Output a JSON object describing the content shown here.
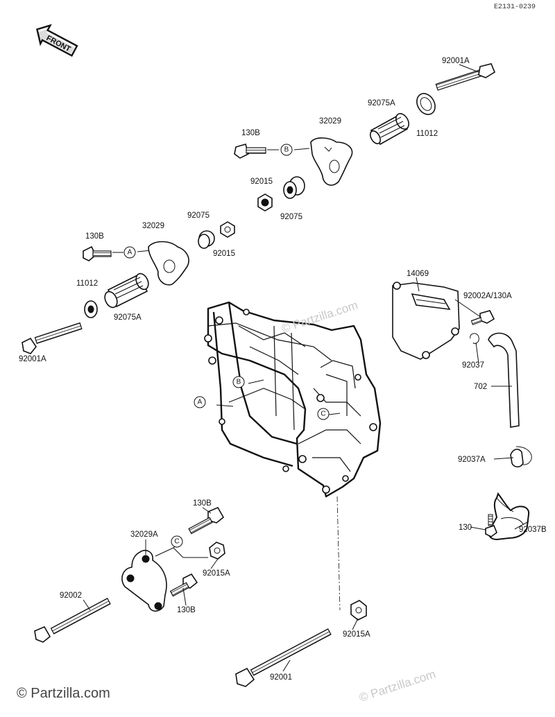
{
  "ref_code": "E2131-0239",
  "front_label": "FRONT",
  "watermark_main": "© Partzilla.com",
  "watermark_faint": "© Partzilla.com",
  "callouts": {
    "a": "A",
    "b": "B",
    "c": "C"
  },
  "labels": {
    "p92001A_top": "92001A",
    "p92075A_top": "92075A",
    "p11012_top": "11012",
    "p130B_top": "130B",
    "p32029_top": "32029",
    "p92015_a": "92015",
    "p92075_a": "92075",
    "p92075_b": "92075",
    "p92015_b": "92015",
    "p130B_left": "130B",
    "p32029_left": "32029",
    "p11012_left": "11012",
    "p92075A_left": "92075A",
    "p92001A_left": "92001A",
    "p14069": "14069",
    "p92002A_130A": "92002A/130A",
    "p92037": "92037",
    "p702": "702",
    "p92037A": "92037A",
    "p130": "130",
    "p92037B": "92037B",
    "p130B_low1": "130B",
    "p32029A": "32029A",
    "p92015A_1": "92015A",
    "p92002": "92002",
    "p130B_low2": "130B",
    "p92015A_2": "92015A",
    "p92001": "92001"
  }
}
